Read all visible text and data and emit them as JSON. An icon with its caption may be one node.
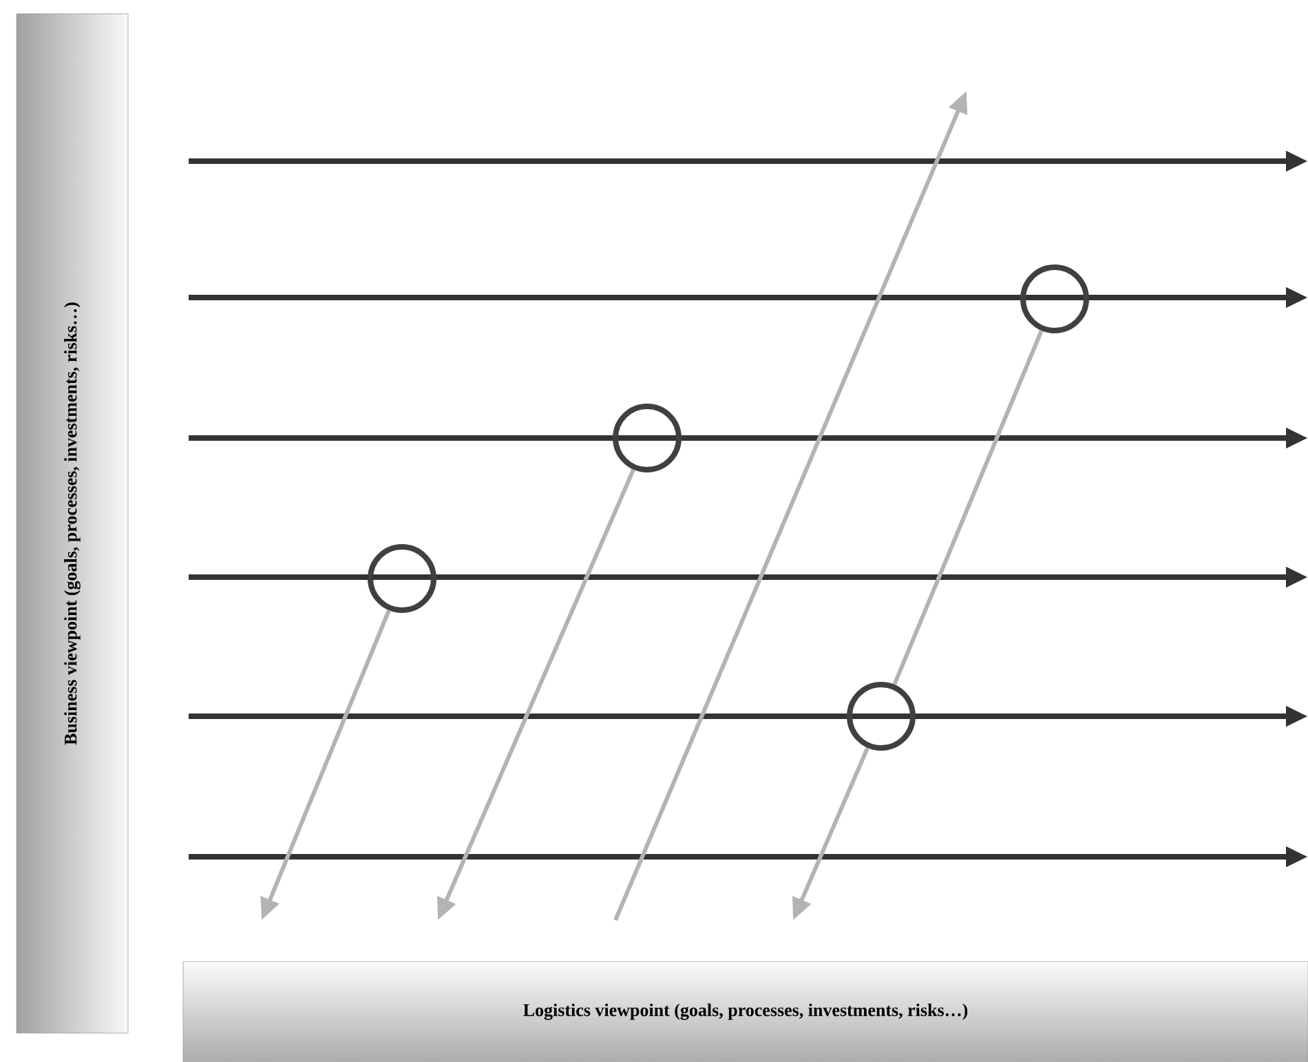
{
  "diagram": {
    "nodes": [
      {
        "text": [
          "Business viewpoint (goals, processes, investments, risks…)"
        ]
      },
      {
        "text": [
          "Logistics viewpoint (goals, processes, investments, risks…)"
        ]
      },
      {
        "text": [],
        "shape": "circle"
      },
      {
        "text": [],
        "shape": "circle"
      },
      {
        "text": [],
        "shape": "circle"
      },
      {
        "text": [],
        "shape": "circle"
      }
    ],
    "edges": [
      {
        "from": 2,
        "to": null,
        "arrow": "to"
      },
      {
        "from": 3,
        "to": null,
        "arrow": "to"
      },
      {
        "from": 4,
        "to": 5,
        "arrow": "none"
      },
      {
        "from": 5,
        "to": null,
        "arrow": "to"
      }
    ]
  }
}
